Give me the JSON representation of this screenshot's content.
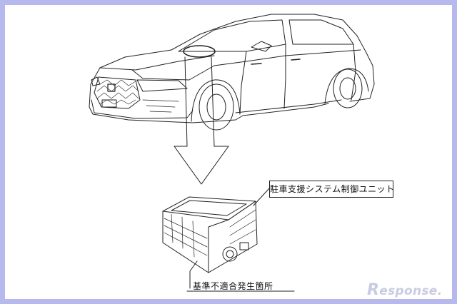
{
  "labels": {
    "unit": "駐車支援システム制御ユニット",
    "defect_location": "基準不適合発生箇所"
  },
  "watermark": {
    "first": "R",
    "rest": "esponse."
  },
  "colors": {
    "frame": "#b7b9ee",
    "line": "#222222",
    "watermark": "#c9cbe2"
  }
}
